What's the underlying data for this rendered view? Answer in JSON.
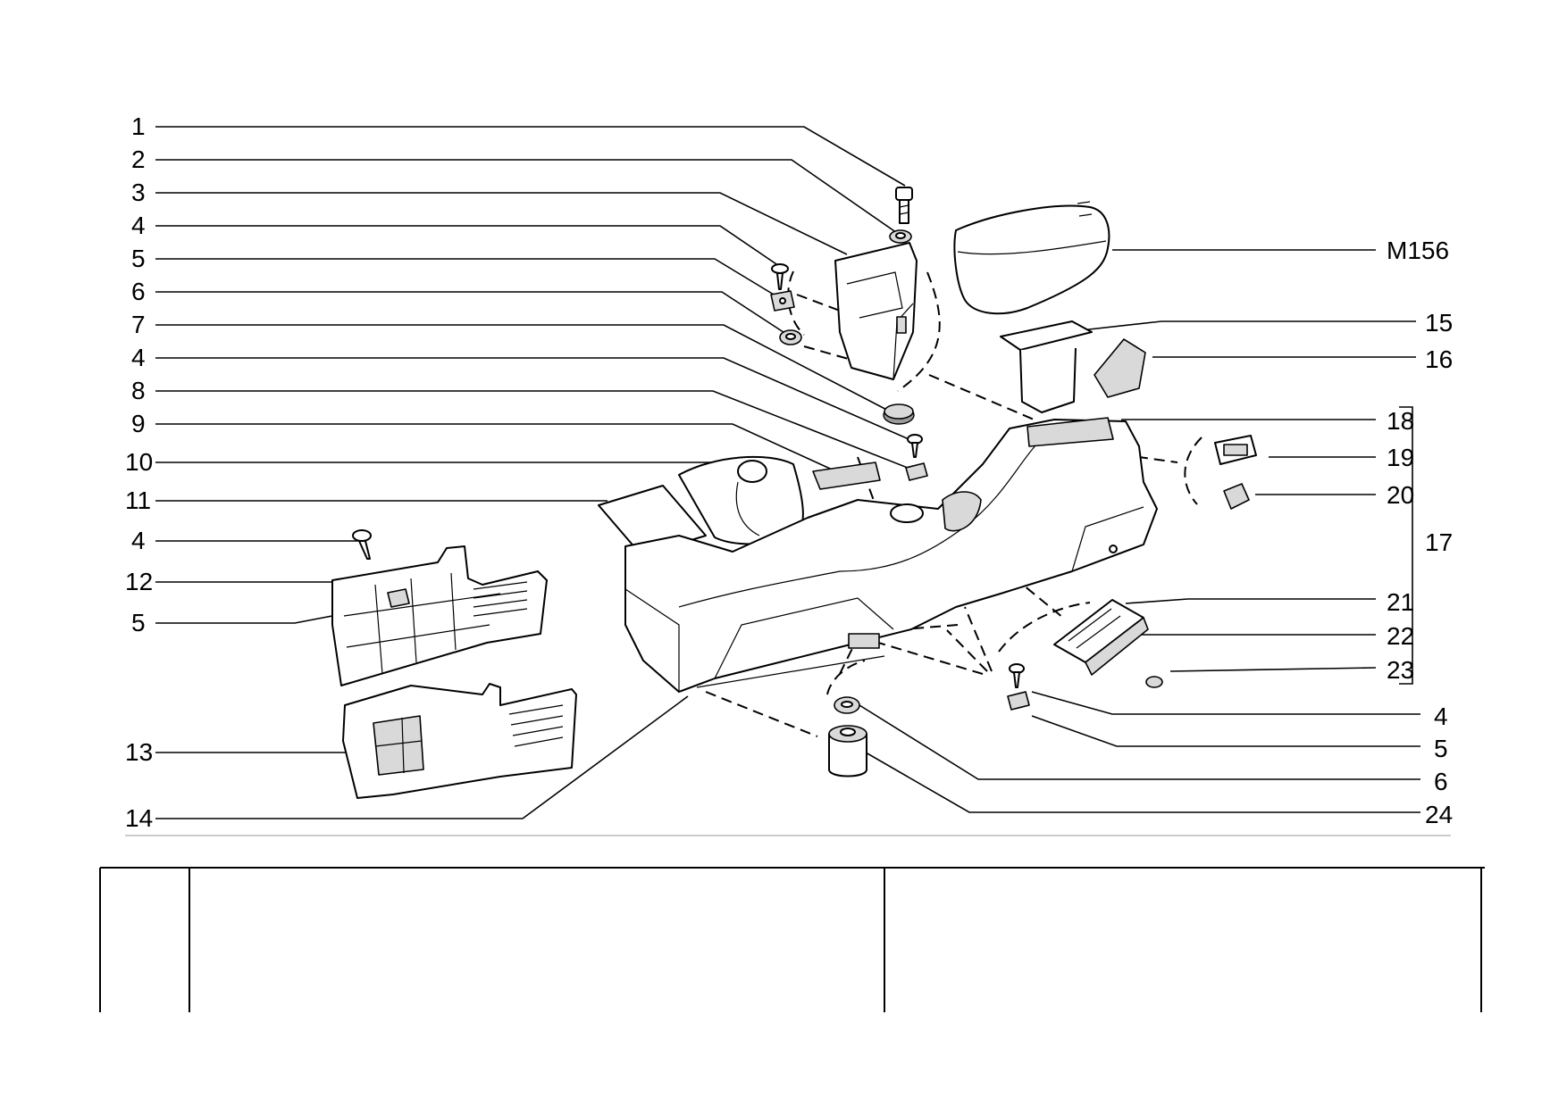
{
  "callouts": {
    "left": [
      "1",
      "2",
      "3",
      "4",
      "5",
      "6",
      "7",
      "4",
      "8",
      "9",
      "10",
      "11",
      "4",
      "12",
      "5",
      "13",
      "14"
    ],
    "right": [
      "M156",
      "15",
      "16",
      "18",
      "19",
      "20",
      "17",
      "21",
      "22",
      "23",
      "4",
      "5",
      "6",
      "24"
    ]
  }
}
